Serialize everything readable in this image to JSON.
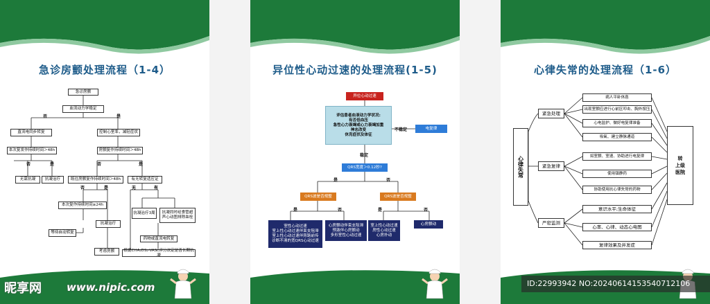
{
  "panel1": {
    "title": "急诊房颤处理流程（1-4）",
    "nodes": {
      "n1": "急诊房颤",
      "n2": "血流动力学稳定",
      "n3": "直流电同步转复",
      "n4": "控制心室率，减轻症状",
      "n5": "本次复发作持续时间＞48h",
      "n6": "房颤复作持续时间＞48h",
      "n7": "无需抗凝",
      "n8": "抗凝治疗",
      "n9": "既往房颤复作持续时间＞48h",
      "n10": "有无转复适应证",
      "n11": "本次复作持续时间≥24h",
      "n12": "抗凝治疗3周",
      "n13": "抗凝同时经食管超声心动图排除血栓",
      "n14": "药物或直流电转复",
      "n15": "抗凝治疗",
      "n16": "等待自动转复",
      "n17": "考虑房颤",
      "n18": "根据CHA₂DS₂-VASc评分决定是否长期抗凝"
    },
    "labels": {
      "no": "否",
      "yes": "是",
      "none": "无",
      "have": "有"
    }
  },
  "panel2": {
    "title": "异位性心动过速的处理流程(1-5)",
    "nodes": {
      "top": "异位心动过速",
      "assess": "评估患者血液动力学状况:\n有否低血压\n急性心力衰竭或心力衰竭加重\n神志改变\n休克症状及体征",
      "unstable": "不稳定",
      "cardio": "电复律",
      "stable": "稳定",
      "qrs": "QRS宽度＞0.12秒?",
      "yes": "是",
      "no": "否",
      "reg1": "QRS波是否规整",
      "reg2": "QRS波是否规整",
      "b1": "室性心动过速\n室上性心动过速伴束支阻滞\n室上性心动过速伴旁路前传\n诊断不清的宽QRS心动过速",
      "b2": "心房颤动伴束支阻滞\n预激伴心房颤动\n多形室性心动过速",
      "b3": "室上性心动过速\n房性心动过速\n心房扑动",
      "b4": "心房颤动"
    }
  },
  "panel3": {
    "title": "心律失常的处理流程（1-6）",
    "root": "心律失常",
    "groups": [
      {
        "label": "紧急处理",
        "items": [
          "病人平卧休息",
          "出现室颤应进行心前区叩击、胸外按压",
          "心电监护、做好电复律准备",
          "吸氧、建立静脉通道"
        ]
      },
      {
        "label": "紧急复律",
        "items": [
          "如室颤、室速、协助进行电复律",
          "使用镇静药",
          "协助使用抗心律失常的药物"
        ]
      },
      {
        "label": "严密监测",
        "items": [
          "意识水平;生命体征",
          "心率、心律、动态心电图",
          "复律效果及并发症"
        ]
      }
    ],
    "transfer": "转\n上级\n医院"
  },
  "watermark": {
    "logo": "昵享网",
    "site": "www.nipic.com",
    "id": "ID:22993942 NO:20240614153540712106"
  },
  "colors": {
    "green": "#1d7a3a",
    "navy": "#1f2a6b",
    "red": "#c8231e",
    "blue": "#2e7cd8",
    "orange": "#d97a1f",
    "teal": "#b9dde8",
    "title": "#1e5c8a"
  }
}
